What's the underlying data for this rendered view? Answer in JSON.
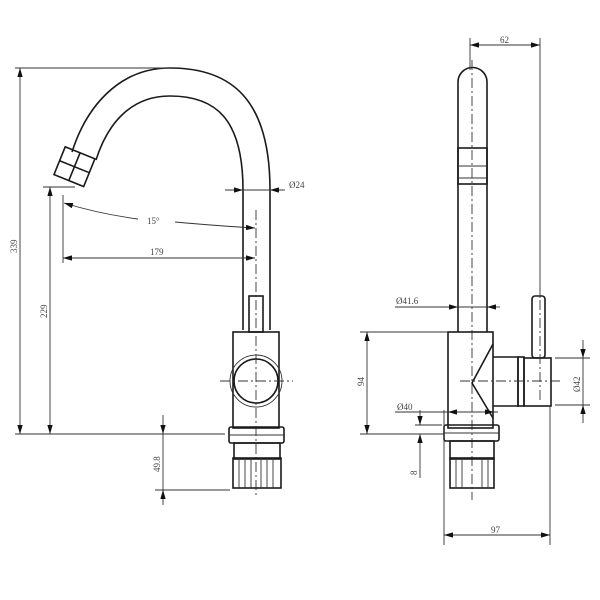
{
  "drawing": {
    "title": "Kitchen faucet dimension drawing",
    "side_view": {
      "height_total": "339",
      "spout_height": "229",
      "spout_reach": "179",
      "swivel_angle": "15°",
      "spout_diameter": "Ø24",
      "thread_length": "49.8"
    },
    "front_view": {
      "head_width": "62",
      "body_diameter": "Ø41.6",
      "body_height": "94",
      "base_diameter": "Ø40",
      "handle_diameter": "Ø42",
      "ring_height": "8",
      "total_width": "97"
    }
  }
}
